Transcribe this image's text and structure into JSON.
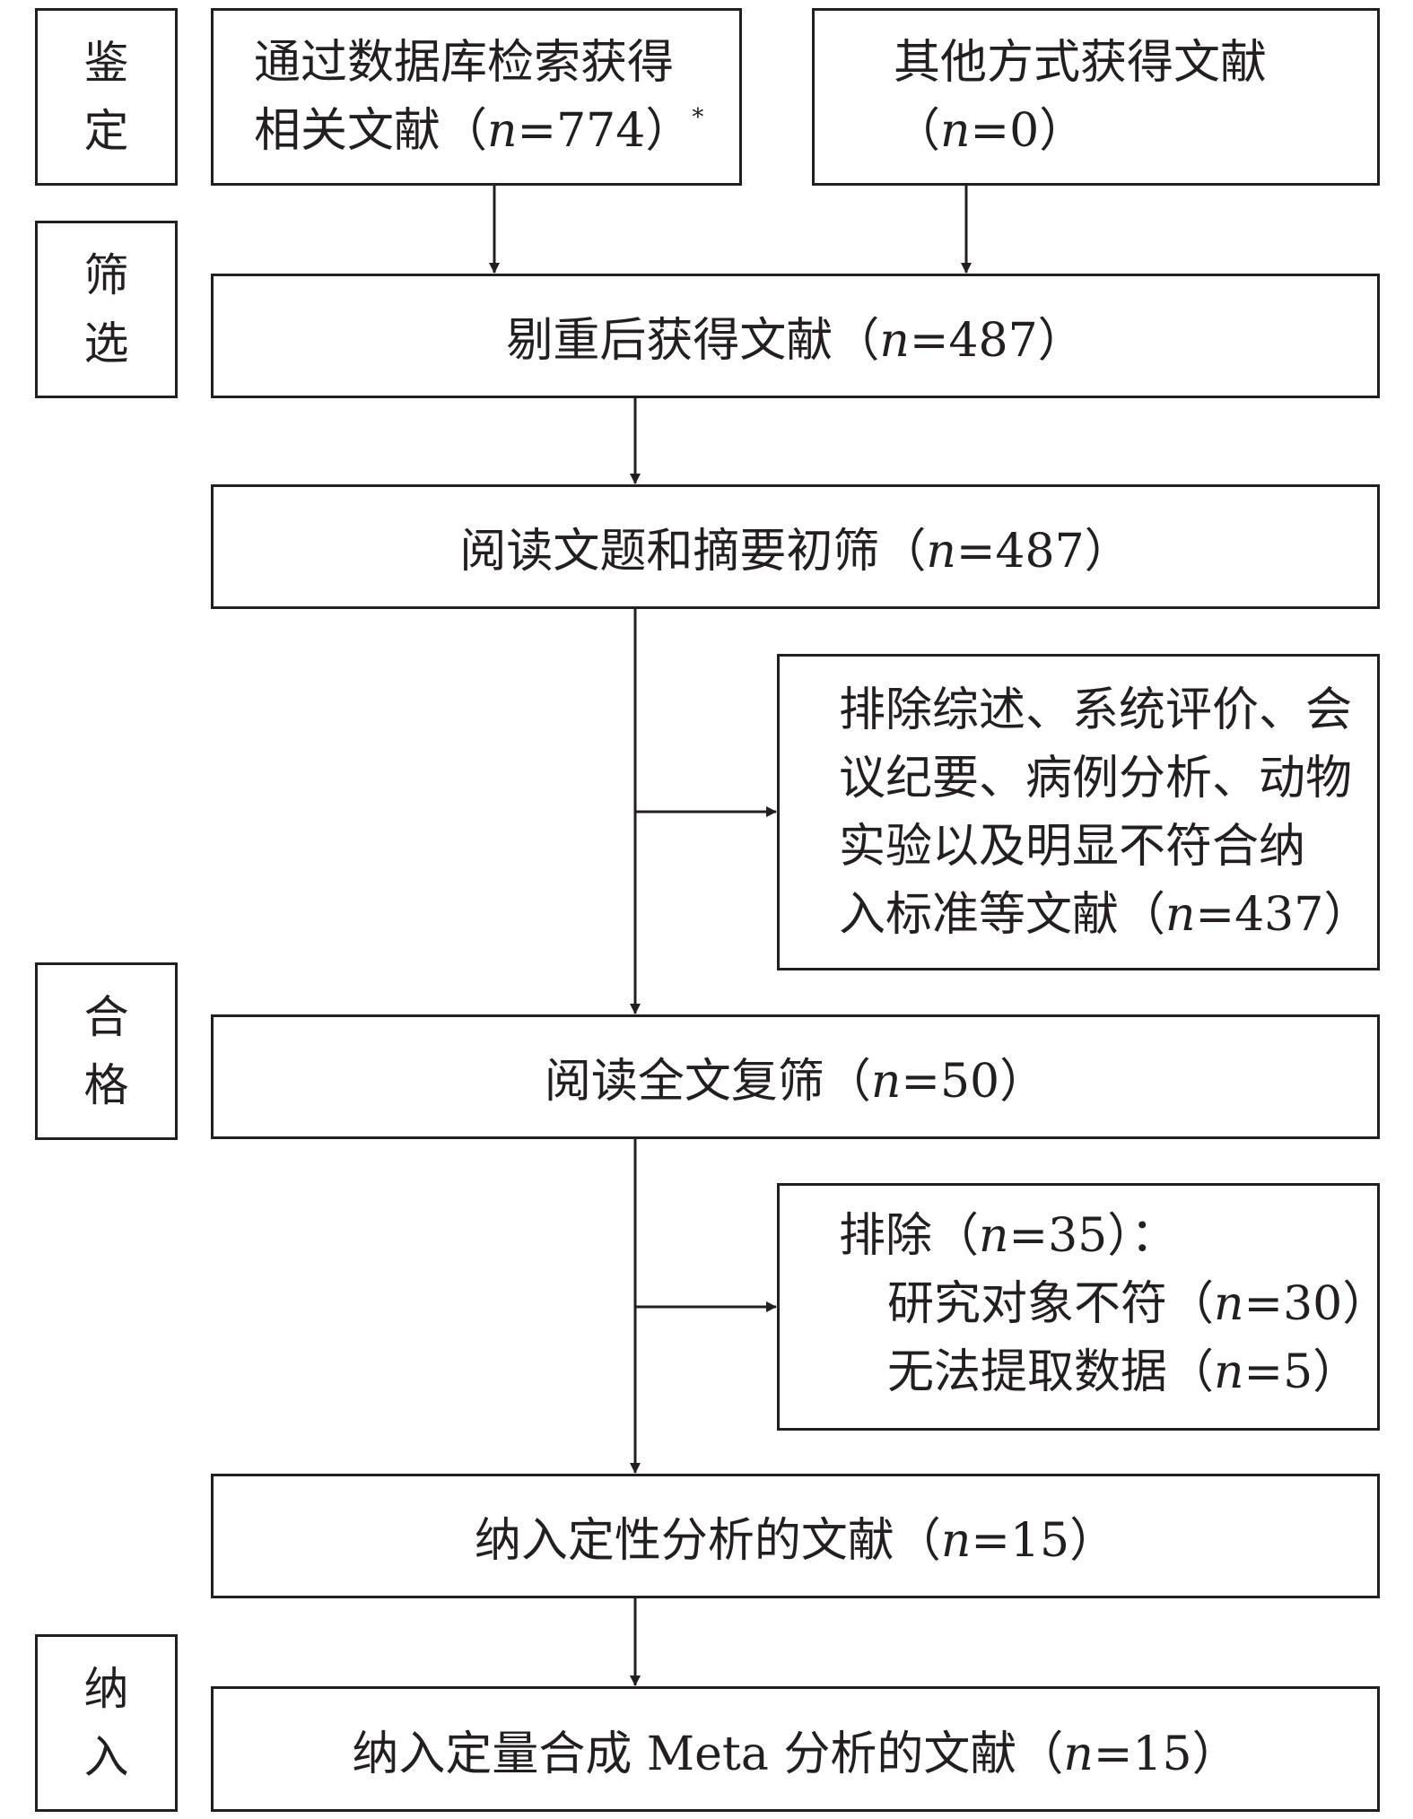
{
  "stages": {
    "identification": [
      "鉴",
      "定"
    ],
    "screening": [
      "筛",
      "选"
    ],
    "eligibility": [
      "合",
      "格"
    ],
    "included": [
      "纳",
      "入"
    ]
  },
  "boxes": {
    "database": {
      "line1": "通过数据库检索获得",
      "line2_pre": "相关文献（",
      "n": "n",
      "line2_post": "=774）",
      "note": "*"
    },
    "other": {
      "line1": "其他方式获得文献",
      "line2_pre": "（",
      "n": "n",
      "line2_post": "=0）"
    },
    "dedup": {
      "pre": "剔重后获得文献（",
      "n": "n",
      "post": "=487）"
    },
    "title_screen": {
      "pre": "阅读文题和摘要初筛（",
      "n": "n",
      "post": "=487）"
    },
    "exclude1": {
      "line1": "排除综述、系统评价、会",
      "line2": "议纪要、病例分析、动物",
      "line3": "实验以及明显不符合纳",
      "line4_pre": "入标准等文献（",
      "n": "n",
      "line4_post": "=437）"
    },
    "fulltext": {
      "pre": "阅读全文复筛（",
      "n": "n",
      "post": "=50）"
    },
    "exclude2": {
      "line1_pre": "排除（",
      "n": "n",
      "line1_post": "=35）：",
      "line2_pre": "研究对象不符（",
      "line2_post": "=30）",
      "line3_pre": "无法提取数据（",
      "line3_post": "=5）"
    },
    "qualitative": {
      "pre": "纳入定性分析的文献（",
      "n": "n",
      "post": "=15）"
    },
    "meta": {
      "pre": "纳入定量合成 Meta 分析的文献（",
      "n": "n",
      "post": "=15）"
    }
  }
}
